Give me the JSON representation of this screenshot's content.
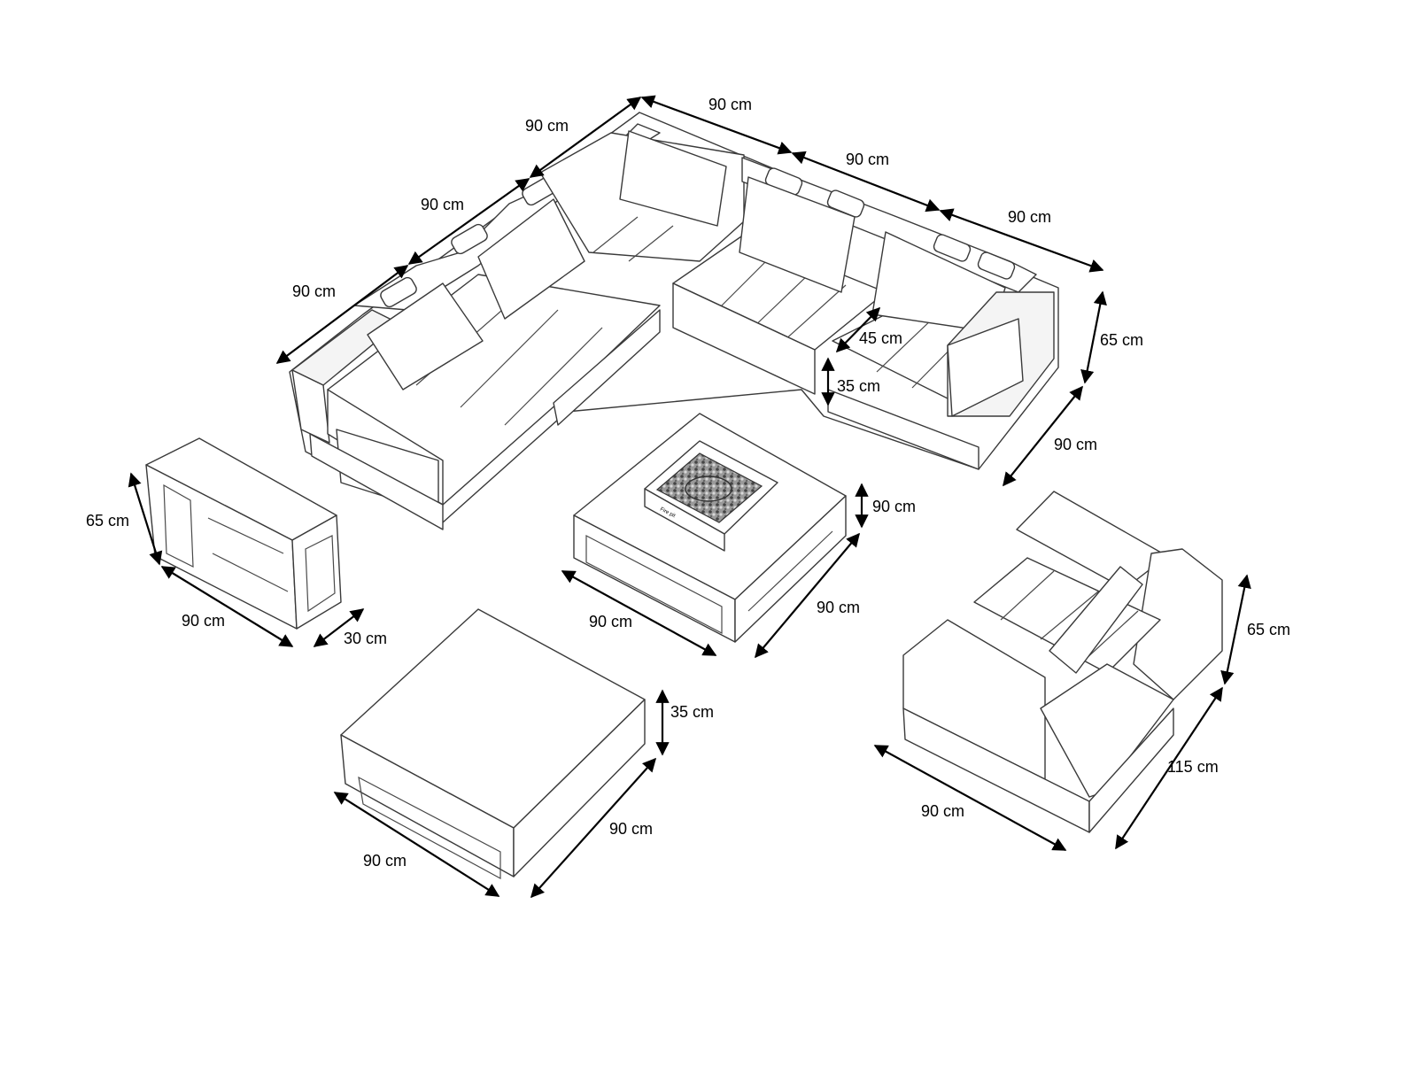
{
  "colors": {
    "line": "#3a3a3a",
    "dimension": "#000000",
    "background": "#ffffff"
  },
  "dimensions": {
    "corner_left_1": "90 cm",
    "corner_left_2": "90 cm",
    "corner_left_3": "90 cm",
    "corner_top_1": "90 cm",
    "corner_top_2": "90 cm",
    "corner_top_3": "90 cm",
    "sofa_height": "65 cm",
    "sofa_depth": "90 cm",
    "seat_back": "45 cm",
    "seat_height": "35 cm",
    "shelf_height": "65 cm",
    "shelf_width": "90 cm",
    "shelf_depth": "30 cm",
    "firepit_height": "90 cm",
    "firepit_width": "90 cm",
    "firepit_depth": "90 cm",
    "ottoman_height": "35 cm",
    "ottoman_width": "90 cm",
    "ottoman_depth": "90 cm",
    "chair_height": "65 cm",
    "chair_width": "90 cm",
    "chair_depth": "115 cm"
  },
  "firepit_plate_text": "Fire pit"
}
